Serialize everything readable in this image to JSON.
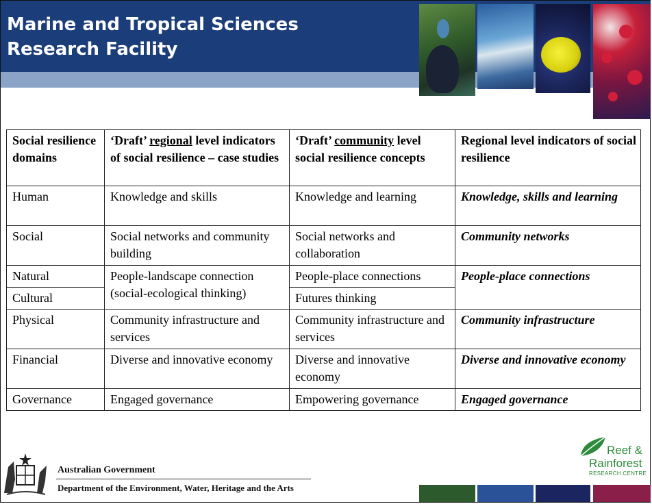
{
  "header": {
    "title_line1": "Marine and Tropical Sciences",
    "title_line2": "Research Facility",
    "banner_color": "#1b3d7a"
  },
  "table": {
    "headers": {
      "col1": "Social resilience domains",
      "col2_prefix": "‘Draft’ ",
      "col2_emph": "regional",
      "col2_suffix": " level indicators of social resilience – case studies",
      "col3_prefix": "‘Draft’ ",
      "col3_emph": "community",
      "col3_suffix": " level social resilience concepts",
      "col4": "Regional level indicators of social resilience"
    },
    "rows": {
      "human": {
        "domain": "Human",
        "regional": "Knowledge and skills",
        "community": "Knowledge and learning",
        "indicator": "Knowledge, skills and learning"
      },
      "social": {
        "domain": "Social",
        "regional": "Social networks and community building",
        "community": "Social networks and collaboration",
        "indicator": "Community networks"
      },
      "natural": {
        "domain": "Natural",
        "regional": "People-landscape connection (social-ecological thinking)",
        "community": "People-place connections",
        "indicator": "People-place connections"
      },
      "cultural": {
        "domain": "Cultural",
        "community": "Futures thinking"
      },
      "physical": {
        "domain": "Physical",
        "regional": "Community infrastructure and services",
        "community": "Community infrastructure and services",
        "indicator": "Community infrastructure"
      },
      "financial": {
        "domain": "Financial",
        "regional": "Diverse and innovative economy",
        "community": "Diverse and innovative economy",
        "indicator": "Diverse and innovative economy"
      },
      "governance": {
        "domain": "Governance",
        "regional": "Engaged governance",
        "community": "Empowering governance",
        "indicator": "Engaged governance"
      }
    }
  },
  "footer": {
    "government": "Australian Government",
    "department": "Department of the Environment, Water, Heritage and the Arts",
    "crest_icon": "coat-of-arms-icon",
    "logo_icon": "leaf-icon",
    "logo_line1": "Reef &",
    "logo_line2": "Rainforest",
    "logo_line3": "RESEARCH CENTRE",
    "logo_color": "#2c8a3a"
  }
}
